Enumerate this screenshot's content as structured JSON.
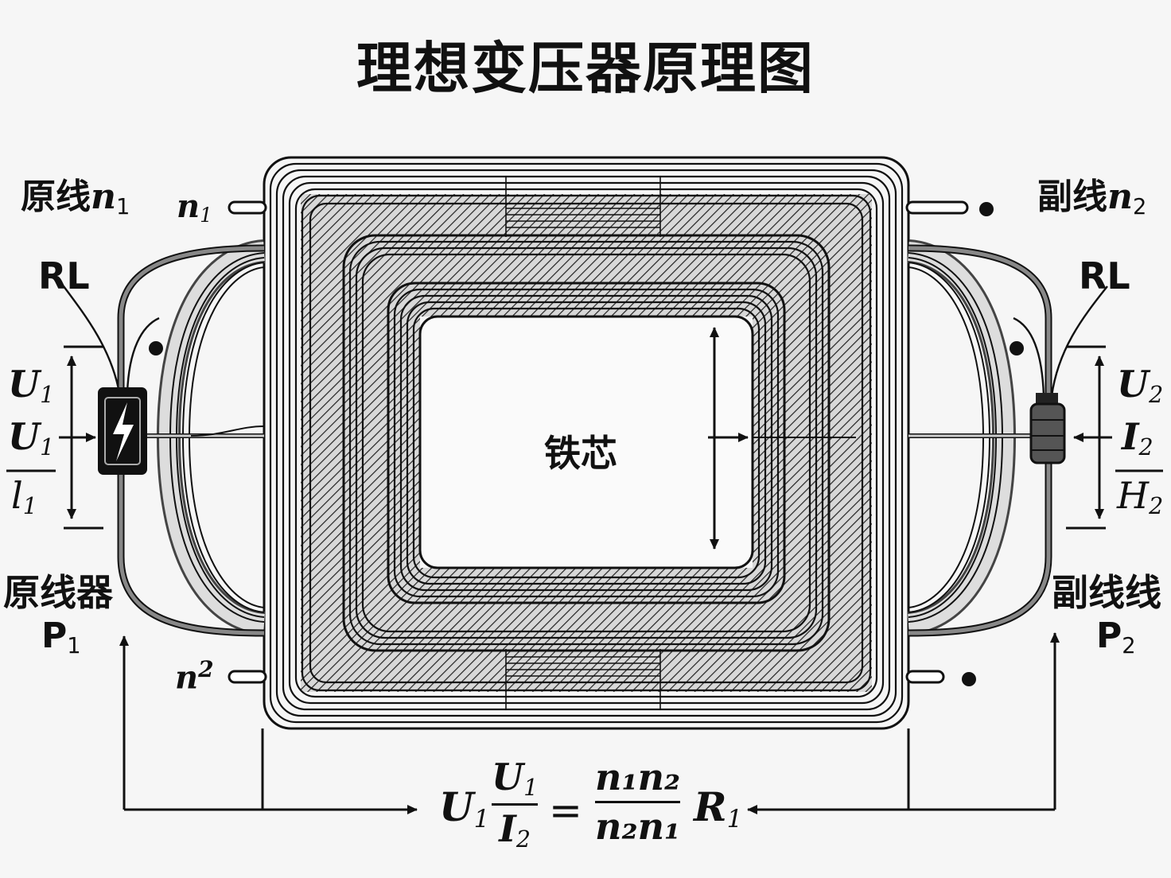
{
  "title": "理想变压器原理图",
  "core_label": "铁芯",
  "left": {
    "primary_turns": {
      "text": "原线",
      "var": "n",
      "sub": "1"
    },
    "terminal_top": {
      "var": "n",
      "sub": "1"
    },
    "terminal_bottom": {
      "var": "n",
      "sup": "2"
    },
    "rl": "RL",
    "u_top": {
      "var": "U",
      "sub": "1"
    },
    "u_mid": {
      "var": "U",
      "sub": "1"
    },
    "u_bottom": {
      "var": "l",
      "sub": "1"
    },
    "device": "原线器",
    "power": {
      "var": "P",
      "sub": "1"
    }
  },
  "right": {
    "secondary_turns": {
      "text": "副线",
      "var": "n",
      "sub": "2"
    },
    "rl": "RL",
    "u_top": {
      "var": "U",
      "sub": "2"
    },
    "i_mid": {
      "var": "I",
      "sub": "2"
    },
    "u_bottom": {
      "var": "H",
      "sub": "2"
    },
    "device": "副线线",
    "power": {
      "var": "P",
      "sub": "2"
    }
  },
  "formula": {
    "lhs": {
      "var": "U",
      "sub": "1"
    },
    "frac1": {
      "num_var": "U",
      "num_sub": "1",
      "den_var": "I",
      "den_sub": "2"
    },
    "eq": "=",
    "frac2": {
      "num": "n₁n₂",
      "den": "n₂n₁"
    },
    "rhs": {
      "var": "R",
      "sub": "1"
    }
  },
  "colors": {
    "ink": "#111111",
    "core_fill": "#9a9a9a",
    "coil": "#555555",
    "bg": "#f6f6f6"
  },
  "icons": {
    "source": "lightning-bolt-icon",
    "sensor": "current-transformer-icon"
  }
}
